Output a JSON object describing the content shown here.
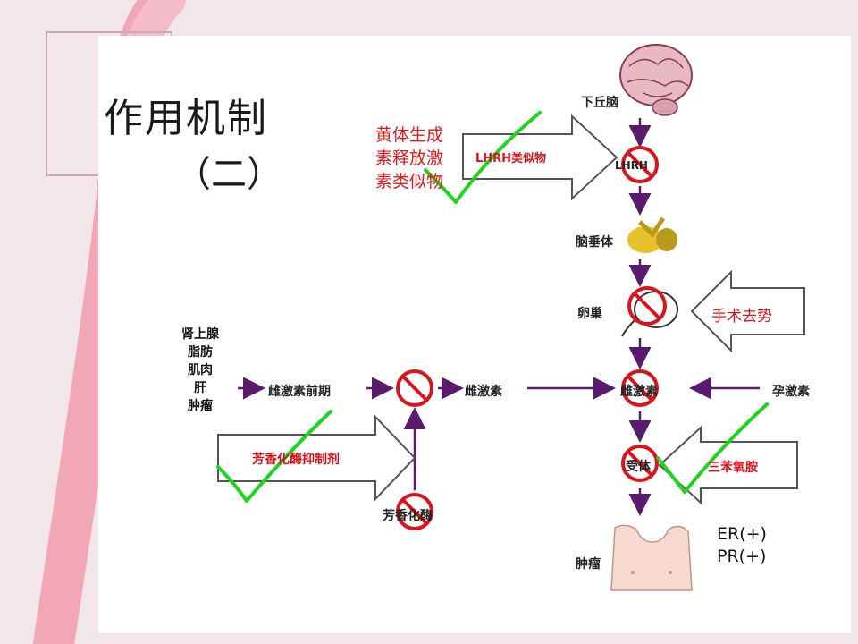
{
  "slide": {
    "title": "作用机制",
    "subtitle": "（二）"
  },
  "diagram": {
    "hypothalamus": "下丘脑",
    "lhrh": "LHRH",
    "pituitary": "脑垂体",
    "ovary": "卵巢",
    "estrogen": "雌激素",
    "estrogen_main": "雌激素",
    "receptor": "受体",
    "tumor": "肿瘤",
    "progesterone": "孕激素",
    "estrogen_precursor": "雌激素前期",
    "aromatase": "芳香化酶",
    "peripheral_sources": [
      "肾上腺",
      "脂肪",
      "肌肉",
      "肝",
      "肿瘤"
    ],
    "lhrh_drug": {
      "full_name_lines": [
        "黄体生成",
        "素释放激",
        "素类似物"
      ],
      "arrow_label": "LHRH类似物"
    },
    "surgery_arrow_label": "手术去势",
    "tamoxifen_arrow_label": "三苯氧胺",
    "aromatase_inhibitor_arrow_label": "芳香化酶抑制剂",
    "receptor_status": [
      "ER(+)",
      "PR(+)"
    ]
  },
  "colors": {
    "arrow_purple": "#5a1a6e",
    "block_red": "#d8141c",
    "text_red": "#e01b1b",
    "check_green": "#1fd41f"
  }
}
